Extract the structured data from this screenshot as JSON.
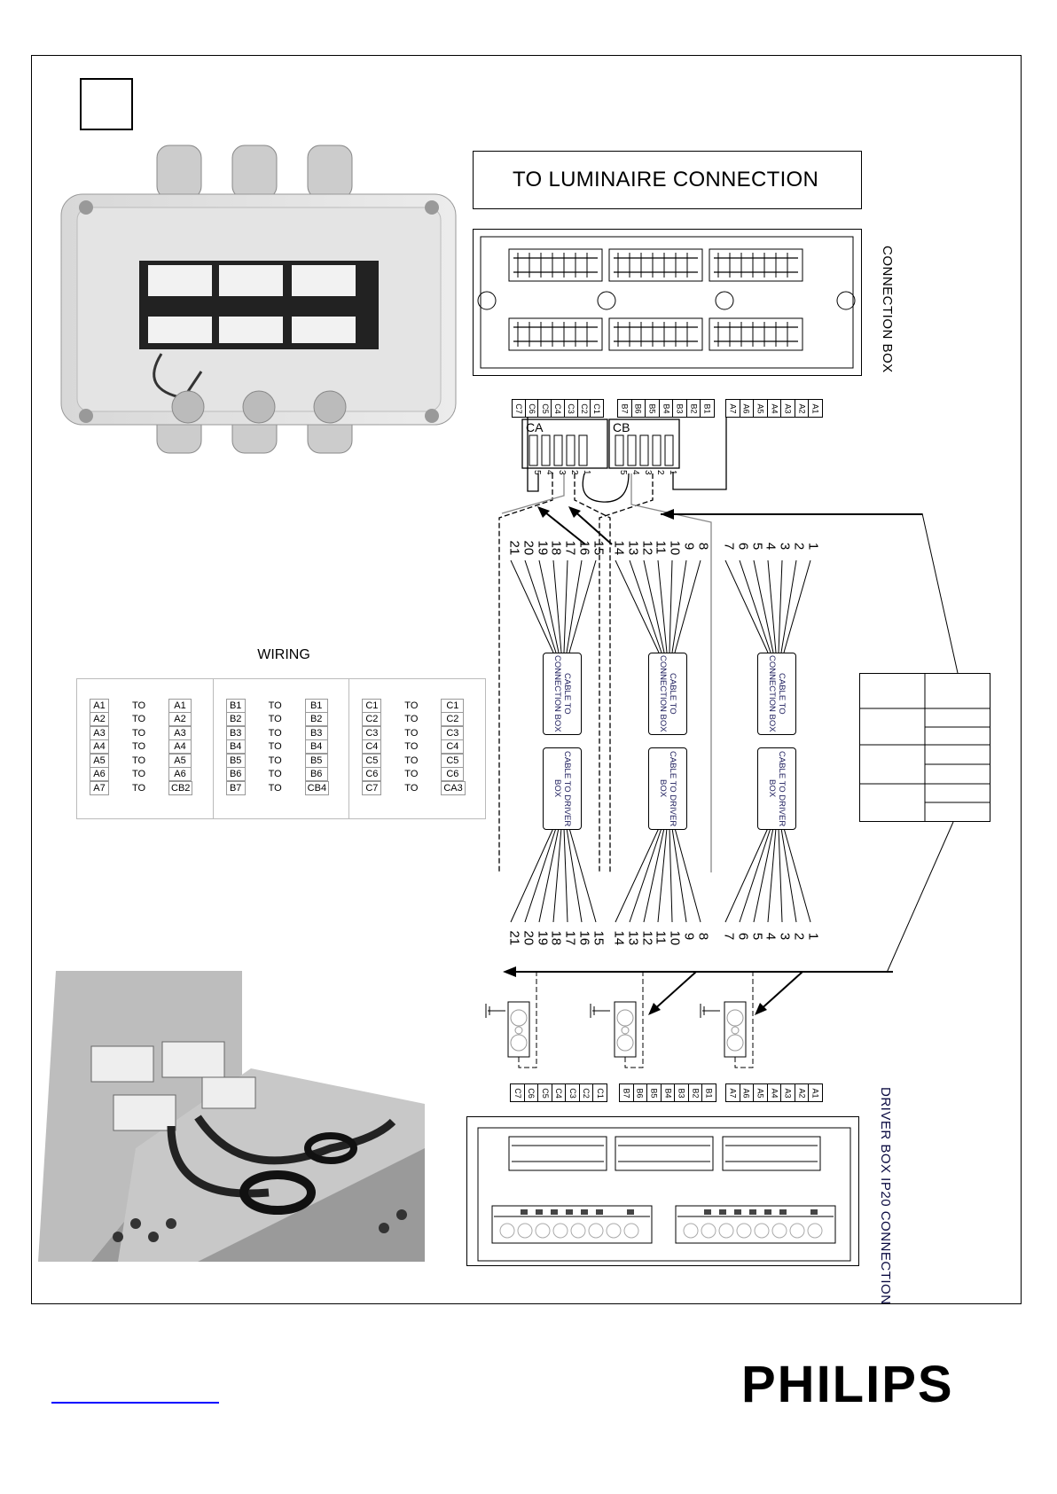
{
  "header": {
    "title": "TO LUMINAIRE CONNECTION",
    "connection_box_label": "CONNECTION BOX",
    "driver_box_label": "DRIVER BOX IP20 CONNECTION"
  },
  "top_strips": [
    [
      "C7",
      "C6",
      "C5",
      "C4",
      "C3",
      "C2",
      "C1"
    ],
    [
      "B7",
      "B6",
      "B5",
      "B4",
      "B3",
      "B2",
      "B1"
    ],
    [
      "A7",
      "A6",
      "A5",
      "A4",
      "A3",
      "A2",
      "A1"
    ]
  ],
  "bottom_strips": [
    [
      "C7",
      "C6",
      "C5",
      "C4",
      "C3",
      "C2",
      "C1"
    ],
    [
      "B7",
      "B6",
      "B5",
      "B4",
      "B3",
      "B2",
      "B1"
    ],
    [
      "A7",
      "A6",
      "A5",
      "A4",
      "A3",
      "A2",
      "A1"
    ]
  ],
  "connectors": [
    {
      "label": "CA",
      "pins": [
        "5",
        "4",
        "3",
        "2",
        "1"
      ]
    },
    {
      "label": "CB",
      "pins": [
        "5",
        "4",
        "3",
        "2",
        "1"
      ]
    }
  ],
  "wire_numbers": [
    [
      "21",
      "20",
      "19",
      "18",
      "17",
      "16",
      "15"
    ],
    [
      "14",
      "13",
      "12",
      "11",
      "10",
      "9",
      "8"
    ],
    [
      "7",
      "6",
      "5",
      "4",
      "3",
      "2",
      "1"
    ]
  ],
  "cables": {
    "upper": "CABLE TO CONNECTION BOX",
    "lower": "CABLE TO DRIVER BOX"
  },
  "wiring": {
    "title": "WIRING",
    "columns": [
      [
        [
          "A1",
          "TO",
          "A1"
        ],
        [
          "A2",
          "TO",
          "A2"
        ],
        [
          "A3",
          "TO",
          "A3"
        ],
        [
          "A4",
          "TO",
          "A4"
        ],
        [
          "A5",
          "TO",
          "A5"
        ],
        [
          "A6",
          "TO",
          "A6"
        ],
        [
          "A7",
          "TO",
          "CB2"
        ]
      ],
      [
        [
          "B1",
          "TO",
          "B1"
        ],
        [
          "B2",
          "TO",
          "B2"
        ],
        [
          "B3",
          "TO",
          "B3"
        ],
        [
          "B4",
          "TO",
          "B4"
        ],
        [
          "B5",
          "TO",
          "B5"
        ],
        [
          "B6",
          "TO",
          "B6"
        ],
        [
          "B7",
          "TO",
          "CB4"
        ]
      ],
      [
        [
          "C1",
          "TO",
          "C1"
        ],
        [
          "C2",
          "TO",
          "C2"
        ],
        [
          "C3",
          "TO",
          "C3"
        ],
        [
          "C4",
          "TO",
          "C4"
        ],
        [
          "C5",
          "TO",
          "C5"
        ],
        [
          "C6",
          "TO",
          "C6"
        ],
        [
          "C7",
          "TO",
          "CA3"
        ]
      ]
    ]
  },
  "brand": "PHILIPS",
  "colors": {
    "link": "#0000ff",
    "accent_label": "#1a1a5a"
  }
}
